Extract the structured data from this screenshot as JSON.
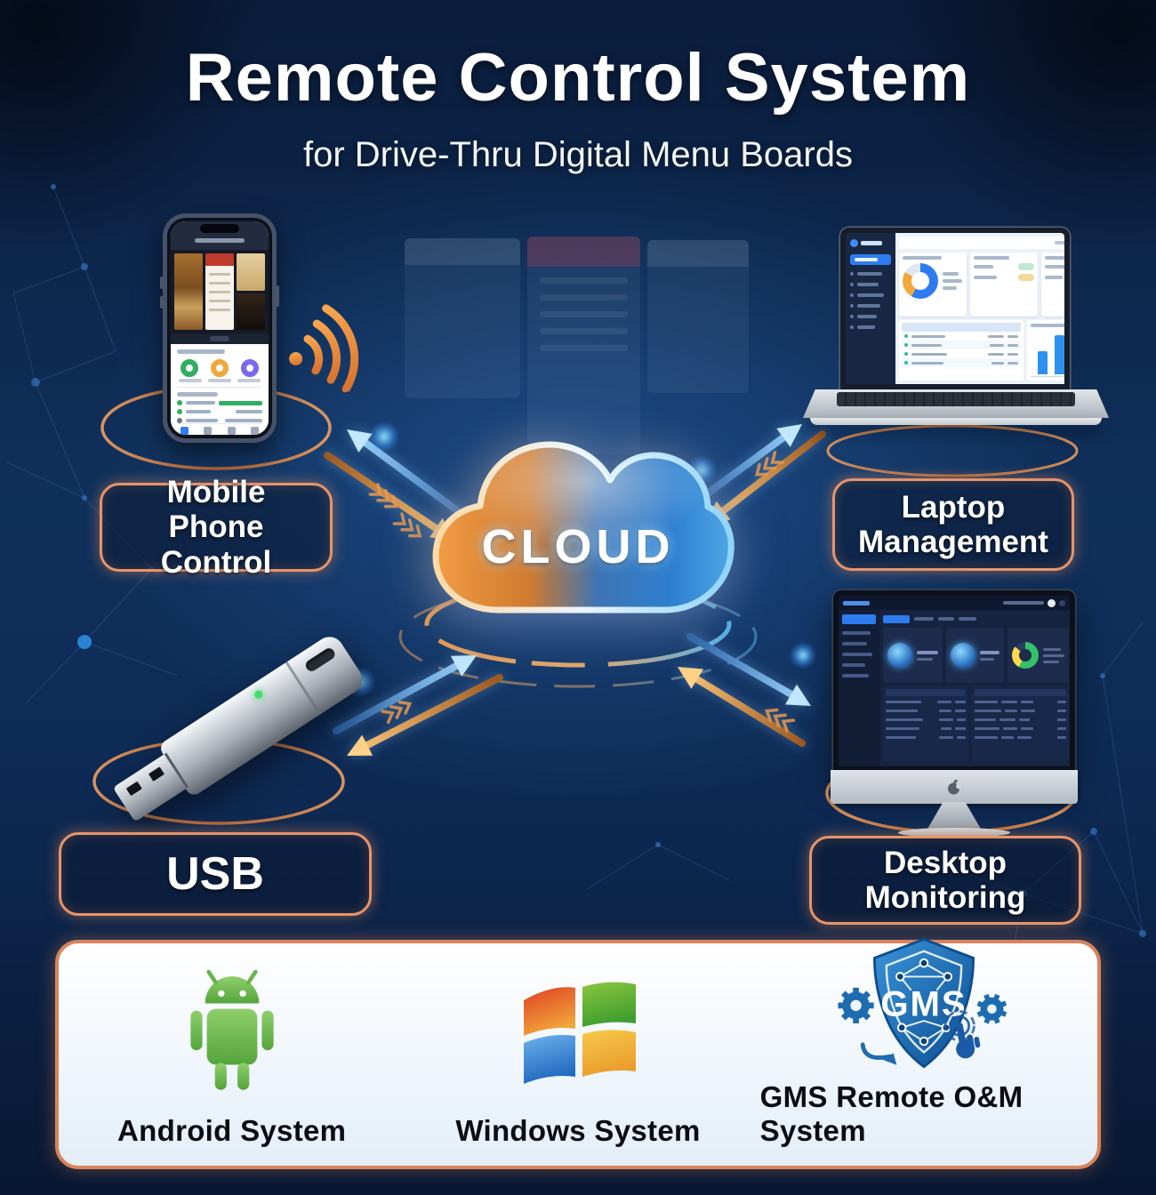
{
  "header": {
    "title": "Remote Control System",
    "subtitle": "for Drive-Thru Digital Menu Boards"
  },
  "cloud": {
    "label": "CLOUD",
    "icon": "cloud-icon"
  },
  "nodes": {
    "mobile": {
      "label": "Mobile Phone Control",
      "icon": "smartphone-icon",
      "signal_icon": "wifi-signal-icon"
    },
    "laptop": {
      "label": "Laptop Management",
      "icon": "laptop-icon"
    },
    "usb": {
      "label": "USB",
      "icon": "usb-drive-icon"
    },
    "desktop": {
      "label": "Desktop Monitoring",
      "icon": "desktop-monitor-icon"
    }
  },
  "connections": [
    {
      "from": "cloud",
      "to": "mobile",
      "type": "bidirectional",
      "colors": [
        "blue",
        "orange"
      ]
    },
    {
      "from": "cloud",
      "to": "laptop",
      "type": "bidirectional",
      "colors": [
        "blue",
        "orange"
      ]
    },
    {
      "from": "cloud",
      "to": "usb",
      "type": "bidirectional",
      "colors": [
        "blue",
        "orange"
      ]
    },
    {
      "from": "cloud",
      "to": "desktop",
      "type": "bidirectional",
      "colors": [
        "blue",
        "orange"
      ]
    }
  ],
  "platforms": [
    {
      "label": "Android System",
      "icon": "android-robot-icon"
    },
    {
      "label": "Windows System",
      "icon": "windows-flag-icon"
    },
    {
      "label": "GMS Remote O&M System",
      "icon": "gms-shield-icon",
      "badge": "GMS"
    }
  ],
  "colors": {
    "background": "#0d2348",
    "accent_orange": "#e8946a",
    "accent_blue": "#41a0f0",
    "panel": "#f0f6fc",
    "android_green": "#77c159",
    "gms_blue": "#1d6ab8"
  }
}
